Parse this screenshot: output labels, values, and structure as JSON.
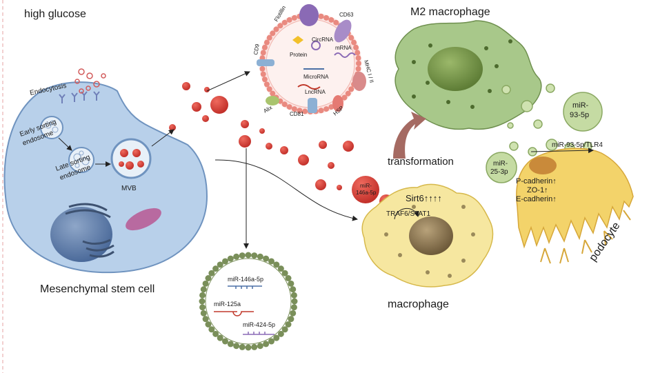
{
  "labels": {
    "high_glucose": "high glucose",
    "m2_macrophage": "M2 macrophage",
    "mesenchymal_stem_cell": "Mesenchymal stem cell",
    "macrophage": "macrophage",
    "podocyte": "podocyte",
    "transformation": "transformation",
    "endocytosis": "Endocytosis",
    "early_sorting_1": "Early sorting",
    "early_sorting_2": "endosome",
    "late_sorting_1": "Late sorting",
    "late_sorting_2": "endosome",
    "mvb": "MVB",
    "sirt6": "Sirt6↑↑↑↑",
    "traf6_stat1": "TRAF6/STAT1",
    "mir146a_bubble_1": "miR-",
    "mir146a_bubble_2": "146a-5p",
    "mir93_bubble_1": "miR-",
    "mir93_bubble_2": "93-5p",
    "mir25_bubble_1": "miR-",
    "mir25_bubble_2": "25-3p",
    "mir93_tlr4": "miR-93-5p/TLR4",
    "p_cadherin": "P-cadherin↑",
    "zo1": "ZO-1↑",
    "e_cadherin": "E-cadherin↑"
  },
  "exosome": {
    "flotillin": "Flotillin",
    "cd63": "CD63",
    "cd9": "CD9",
    "protein": "Protein",
    "circrna": "CircRNA",
    "mrna": "mRNA",
    "microrna": "MicroRNA",
    "lncrna": "LncRNA",
    "mhc": "MHC I / II",
    "alix": "Alix",
    "cd81": "CD81",
    "hsp": "HSP"
  },
  "vesicle_cargo": {
    "mir146a": "miR-146a-5p",
    "mir125a": "miR-125a",
    "mir424": "miR-424-5p"
  },
  "colors": {
    "msc_cell": "#b8d0ea",
    "exosome_red": "#d8403a",
    "m2_green": "#a8c88a",
    "macrophage_yellow": "#f6e7a0",
    "podocyte_yellow": "#f3d36a",
    "vesicle_green": "#7a8f5a"
  }
}
